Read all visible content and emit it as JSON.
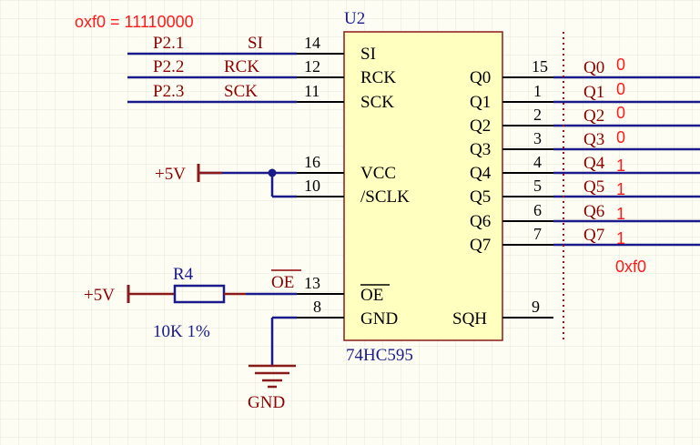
{
  "annotations": {
    "top_note": "oxf0 = 11110000",
    "output_hex": "0xf0"
  },
  "chip": {
    "designator": "U2",
    "part": "74HC595"
  },
  "left_pins": [
    {
      "net": "P2.1",
      "label": "SI",
      "number": "14",
      "name": "SI"
    },
    {
      "net": "P2.2",
      "label": "RCK",
      "number": "12",
      "name": "RCK"
    },
    {
      "net": "P2.3",
      "label": "SCK",
      "number": "11",
      "name": "SCK"
    },
    {
      "number": "16",
      "name": "VCC"
    },
    {
      "number": "10",
      "name": "/SCLK"
    },
    {
      "number": "13",
      "name": "OE",
      "overline": true
    },
    {
      "number": "8",
      "name": "GND"
    }
  ],
  "right_pins": [
    {
      "number": "15",
      "name": "Q0",
      "net": "Q0",
      "bit": "0"
    },
    {
      "number": "1",
      "name": "Q1",
      "net": "Q1",
      "bit": "0"
    },
    {
      "number": "2",
      "name": "Q2",
      "net": "Q2",
      "bit": "0"
    },
    {
      "number": "3",
      "name": "Q3",
      "net": "Q3",
      "bit": "0"
    },
    {
      "number": "4",
      "name": "Q4",
      "net": "Q4",
      "bit": "1"
    },
    {
      "number": "5",
      "name": "Q5",
      "net": "Q5",
      "bit": "1"
    },
    {
      "number": "6",
      "name": "Q6",
      "net": "Q6",
      "bit": "1"
    },
    {
      "number": "7",
      "name": "Q7",
      "net": "Q7",
      "bit": "1"
    },
    {
      "number": "9",
      "name": "SQH"
    }
  ],
  "power": {
    "vcc_label": "+5V",
    "vcc_label_r4": "+5V",
    "gnd_label": "GND"
  },
  "resistor": {
    "designator": "R4",
    "value": "10K 1%",
    "net_label": "OE"
  }
}
